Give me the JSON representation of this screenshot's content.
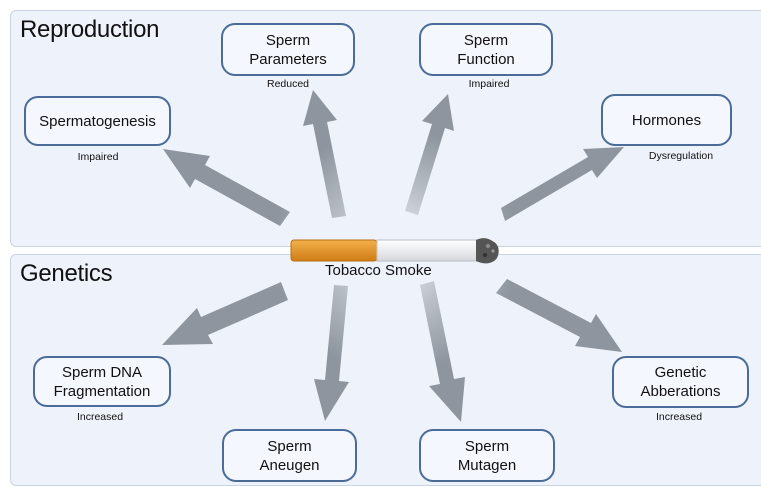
{
  "sections": {
    "reproduction_title": "Reproduction",
    "genetics_title": "Genetics"
  },
  "center": {
    "label": "Tobacco Smoke"
  },
  "nodes": {
    "spermatogenesis": {
      "line1": "Spermatogenesis",
      "line2": "",
      "effect": "Impaired"
    },
    "sperm_parameters": {
      "line1": "Sperm",
      "line2": "Parameters",
      "effect": "Reduced"
    },
    "sperm_function": {
      "line1": "Sperm",
      "line2": "Function",
      "effect": "Impaired"
    },
    "hormones": {
      "line1": "Hormones",
      "line2": "",
      "effect": "Dysregulation"
    },
    "sperm_dna_fragmentation": {
      "line1": "Sperm DNA",
      "line2": "Fragmentation",
      "effect": "Increased"
    },
    "sperm_aneugen": {
      "line1": "Sperm",
      "line2": "Aneugen",
      "effect": ""
    },
    "sperm_mutagen": {
      "line1": "Sperm",
      "line2": "Mutagen",
      "effect": ""
    },
    "genetic_abberations": {
      "line1": "Genetic",
      "line2": "Abberations",
      "effect": "Increased"
    }
  },
  "colors": {
    "panel": "#eef3fb",
    "box_border": "#4b6b98",
    "arrow": "#8f959e",
    "filter": "#e8962a",
    "ash": "#555555"
  }
}
